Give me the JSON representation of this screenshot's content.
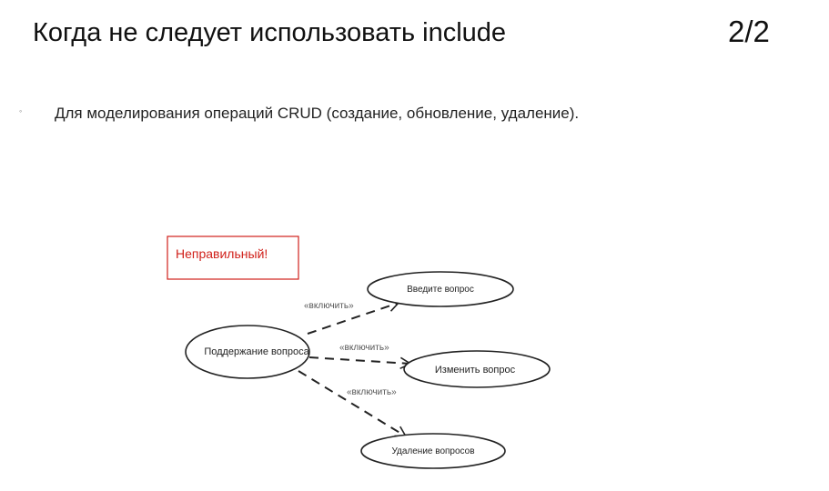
{
  "slide": {
    "title": "Когда не следует использовать include",
    "page_counter": "2/2"
  },
  "bullets": [
    {
      "text": "Для моделирования операций CRUD (создание, обновление, удаление)."
    }
  ],
  "diagram": {
    "warning_label": "Неправильный!",
    "source_use_case": "Поддержание вопроса",
    "target_use_cases": [
      "Введите вопрос",
      "Изменить вопрос",
      "Удаление вопросов"
    ],
    "relation_labels": [
      "«включить»",
      "«включить»",
      "«включить»"
    ],
    "colors": {
      "warning_border": "#d0201a",
      "warning_text": "#d0201a",
      "line": "#222222",
      "label_text": "#555555"
    }
  }
}
